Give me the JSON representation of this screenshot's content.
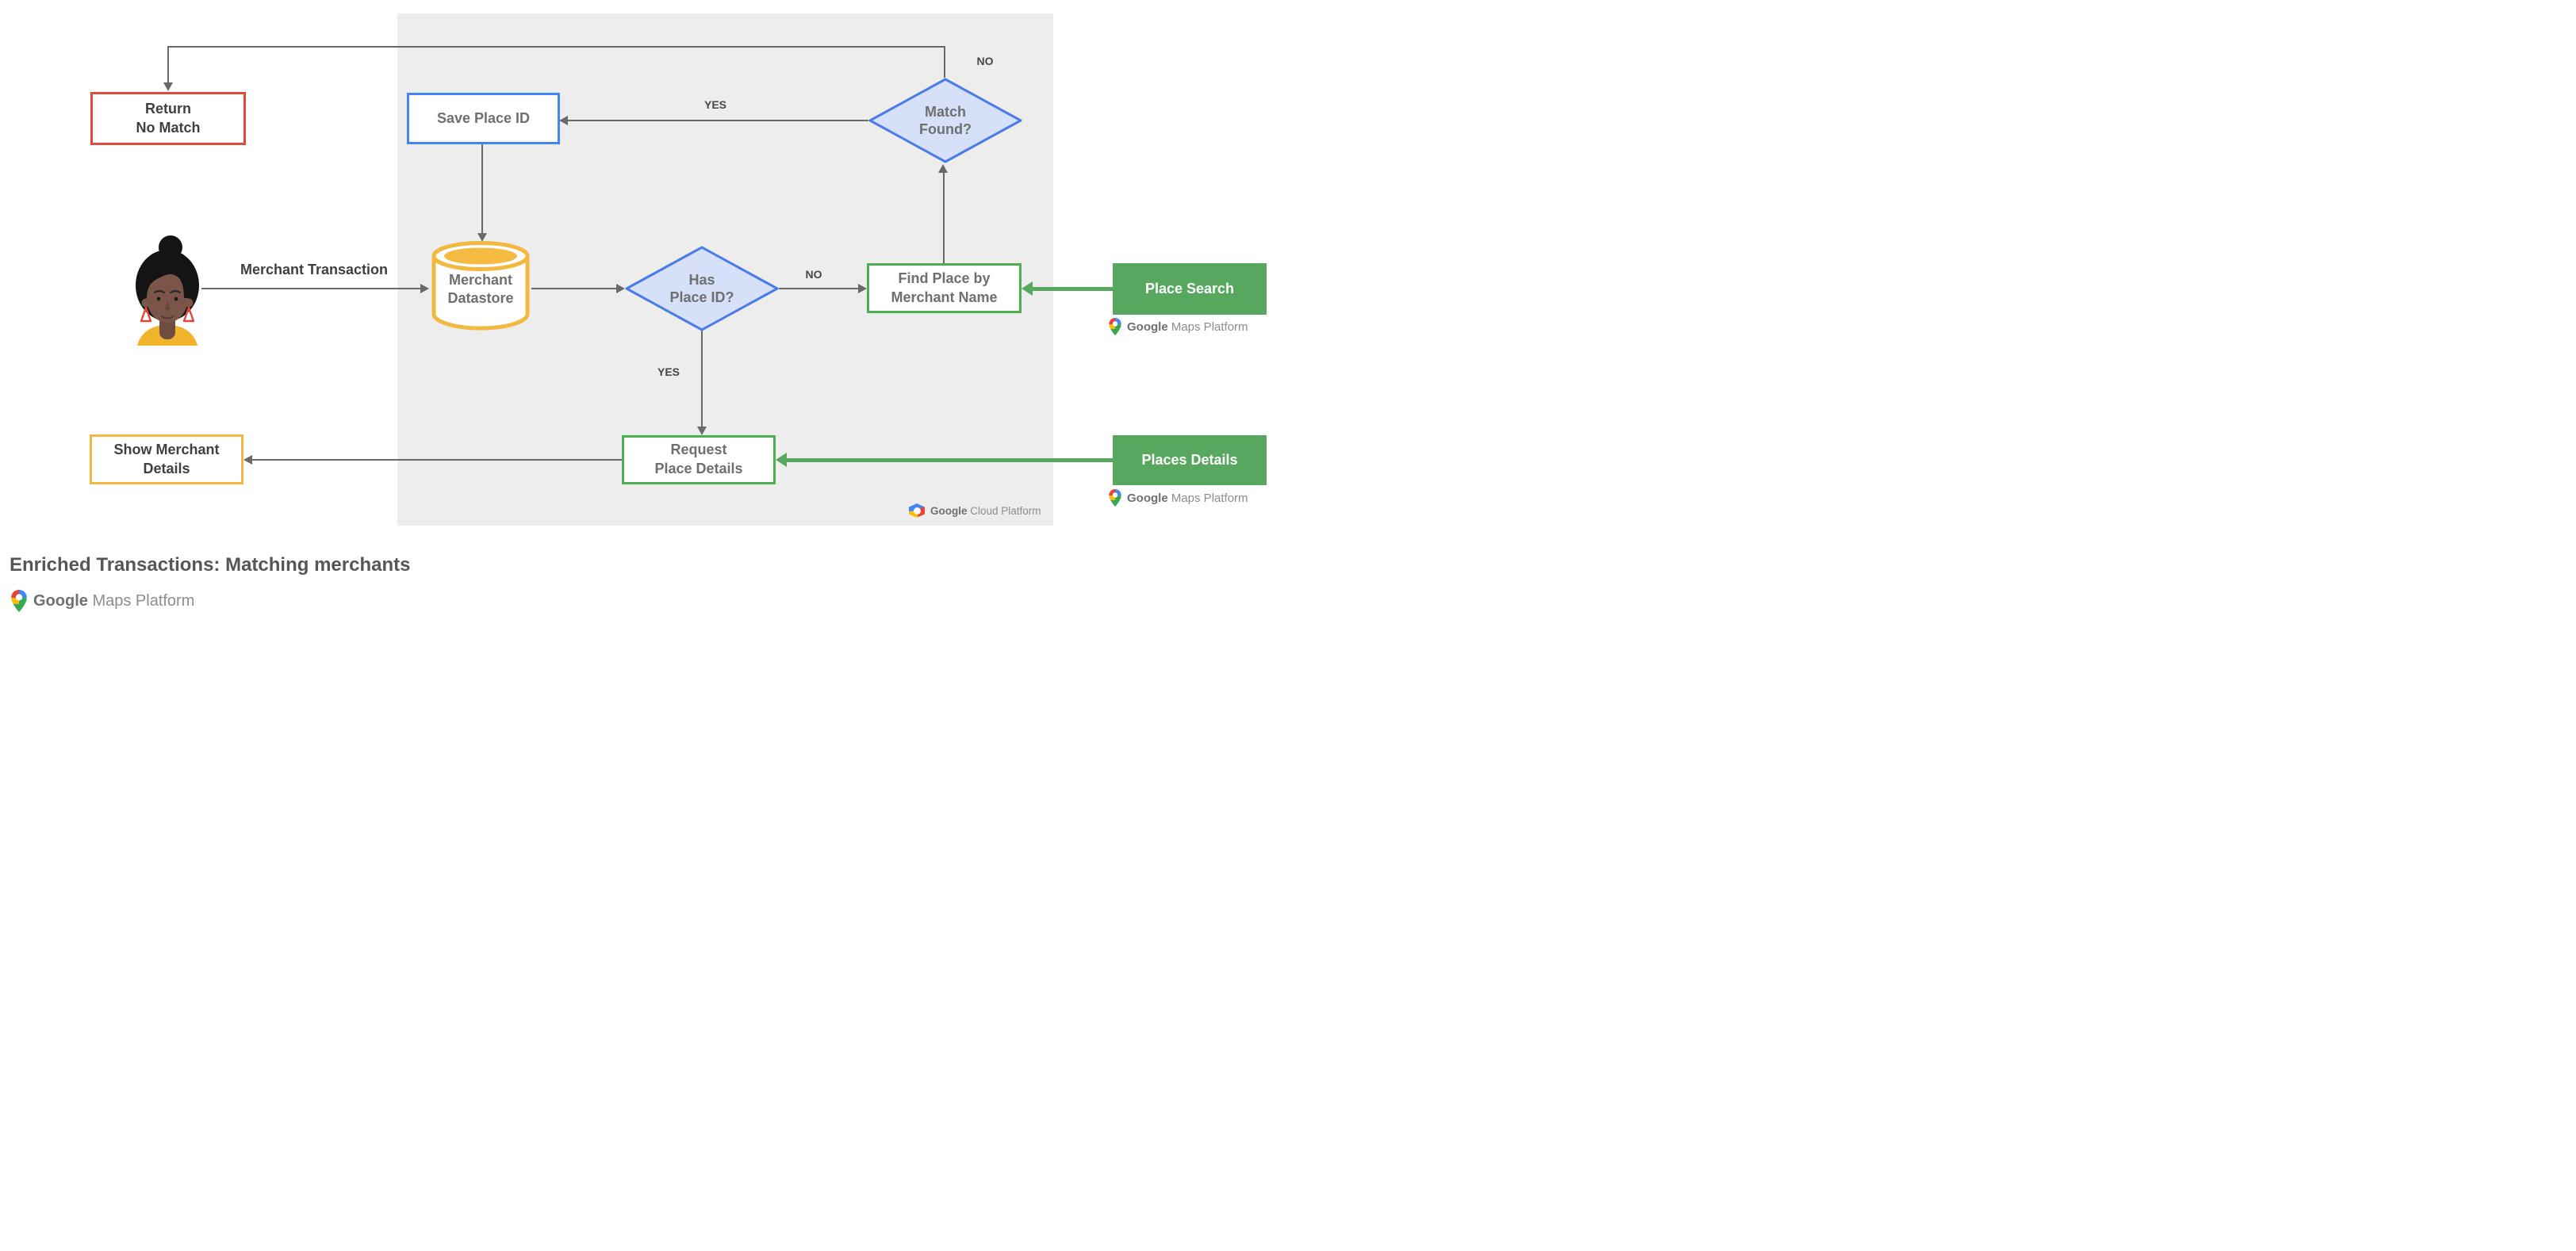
{
  "title": "Enriched Transactions: Matching merchants",
  "nodes": {
    "return_no_match": {
      "lines": [
        "Return",
        "No Match"
      ]
    },
    "save_place_id": {
      "label": "Save Place ID"
    },
    "match_found": {
      "lines": [
        "Match",
        "Found?"
      ]
    },
    "merchant_datastore": {
      "lines": [
        "Merchant",
        "Datastore"
      ]
    },
    "has_place_id": {
      "lines": [
        "Has",
        "Place ID?"
      ]
    },
    "find_place_by_merchant_name": {
      "lines": [
        "Find Place by",
        "Merchant Name"
      ]
    },
    "request_place_details": {
      "lines": [
        "Request",
        "Place Details"
      ]
    },
    "show_merchant_details": {
      "lines": [
        "Show Merchant",
        "Details"
      ]
    },
    "place_search": {
      "label": "Place Search"
    },
    "places_details": {
      "label": "Places Details"
    }
  },
  "edge_labels": {
    "merchant_transaction": "Merchant Transaction",
    "no_to_return": "NO",
    "yes_to_save": "YES",
    "no_to_find": "NO",
    "yes_to_request": "YES"
  },
  "logos": {
    "gcp": {
      "google": "Google",
      "product": " Cloud Platform"
    },
    "gmp": {
      "google": "Google",
      "product": " Maps Platform"
    }
  },
  "colors": {
    "panel_bg": "#EDEDED",
    "red_border": "#E04A3B",
    "blue_border": "#4285F4",
    "diamond_border": "#4A7BE8",
    "diamond_fill": "#D6E0F8",
    "yellow_border": "#F2B83F",
    "amber_fill": "#F5BA41",
    "green_border": "#4CAF50",
    "green_fill": "#57A75F",
    "arrow_gray": "#696969",
    "text_dark": "#404040",
    "text_gray": "#6F6F6F",
    "google_blue": "#4285F4",
    "google_red": "#EA4335",
    "google_yellow": "#FBBC04",
    "google_green": "#34A853"
  }
}
